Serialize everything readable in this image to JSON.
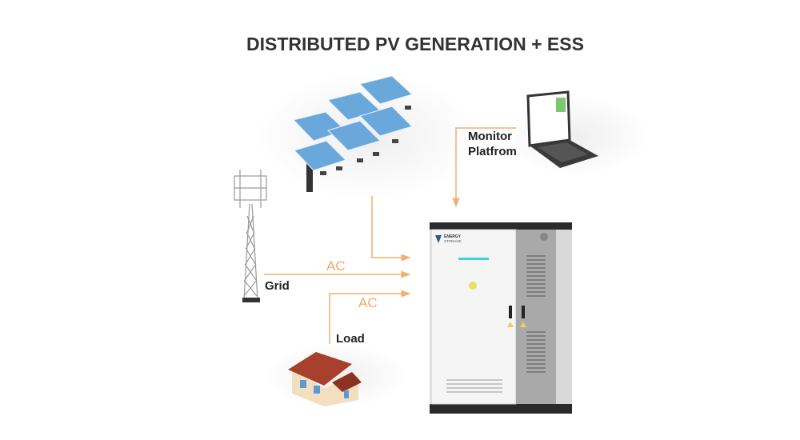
{
  "title": "DISTRIBUTED PV GENERATION + ESS",
  "labels": {
    "monitor_line1": "Monitor",
    "monitor_line2": "Platfrom",
    "grid": "Grid",
    "load": "Load",
    "ac_grid": "AC",
    "ac_load": "AC"
  },
  "cabinet": {
    "brand_line1": "ENERGY",
    "brand_line2": "STORAGE"
  },
  "colors": {
    "connector": "#f0b070",
    "panel": "#6aa8dc",
    "cabinet_dark": "#2a2a2a",
    "indicator": "#3fd3d8",
    "roof": "#a8402e"
  }
}
